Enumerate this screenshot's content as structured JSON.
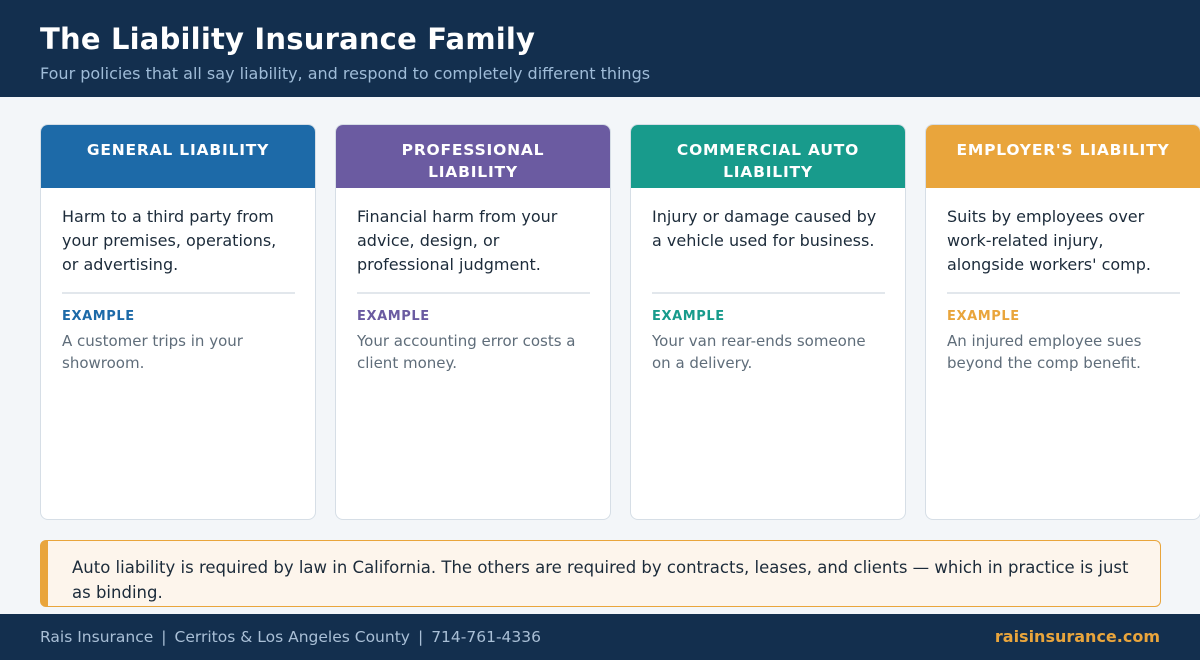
{
  "header": {
    "title": "The Liability Insurance Family",
    "subtitle": "Four policies that all say liability, and respond to completely different things"
  },
  "example_label": "EXAMPLE",
  "cards": [
    {
      "title": "GENERAL LIABILITY",
      "color": "#1d6aa8",
      "description": "Harm to a third party from your premises, operations, or advertising.",
      "example": "A customer trips in your showroom."
    },
    {
      "title": "PROFESSIONAL LIABILITY",
      "color": "#6b5ba1",
      "description": "Financial harm from your advice, design, or professional judgment.",
      "example": "Your accounting error costs a client money."
    },
    {
      "title": "COMMERCIAL AUTO LIABILITY",
      "color": "#189b8c",
      "description": "Injury or damage caused by a vehicle used for business.",
      "example": "Your van rear-ends someone on a delivery."
    },
    {
      "title": "EMPLOYER'S LIABILITY",
      "color": "#e9a53c",
      "description": "Suits by employees over work-related injury, alongside workers' comp.",
      "example": "An injured employee sues beyond the comp benefit."
    }
  ],
  "callout": {
    "text": "Auto liability is required by law in California. The others are required by contracts, leases, and clients — which in practice is just as binding."
  },
  "footer": {
    "company": "Rais Insurance",
    "separator": "|",
    "location": "Cerritos & Los Angeles County",
    "phone": "714-761-4336",
    "website": "raisinsurance.com"
  }
}
